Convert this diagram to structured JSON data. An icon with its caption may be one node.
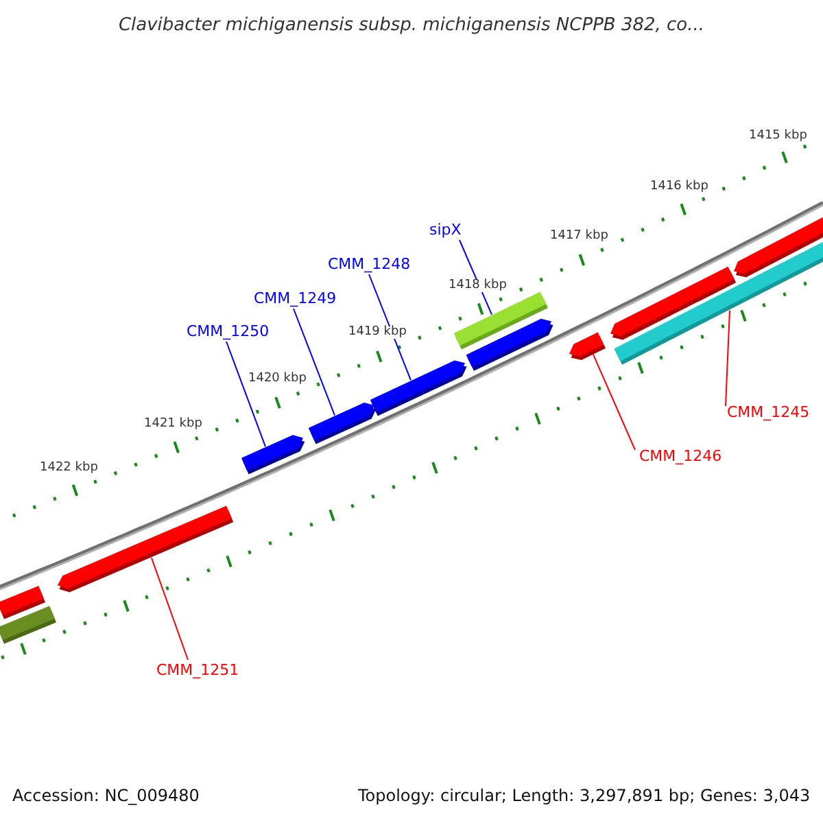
{
  "diagram": {
    "title": "Clavibacter michiganensis subsp. michiganensis NCPPB 382, co...",
    "nodes": [
      {
        "text": [
          "sipX"
        ]
      },
      {
        "text": [
          "CMM_1248"
        ]
      },
      {
        "text": [
          "CMM_1249"
        ]
      },
      {
        "text": [
          "CMM_1250"
        ]
      },
      {
        "text": [
          "CMM_1245"
        ]
      },
      {
        "text": [
          "CMM_1246"
        ]
      },
      {
        "text": [
          "CMM_1251"
        ]
      },
      {
        "text": [],
        "shape": "bar"
      },
      {
        "text": [],
        "shape": "bar"
      },
      {
        "text": [],
        "shape": "bar"
      },
      {
        "text": [],
        "shape": "bar"
      },
      {
        "text": [],
        "shape": "bar"
      },
      {
        "text": [],
        "shape": "bar"
      },
      {
        "text": [],
        "shape": "bar"
      },
      {
        "text": [],
        "shape": "bar"
      },
      {
        "text": [],
        "shape": "bar"
      },
      {
        "text": [],
        "shape": "bar"
      },
      {
        "text": [],
        "shape": "bar"
      },
      {
        "text": [],
        "shape": "bar"
      }
    ],
    "edges": [
      {
        "from": 0,
        "to": 13,
        "arrow": "none"
      },
      {
        "from": 1,
        "to": 12,
        "arrow": "none"
      },
      {
        "from": 2,
        "to": 11,
        "arrow": "none"
      },
      {
        "from": 3,
        "to": 10,
        "arrow": "none"
      },
      {
        "from": 4,
        "to": 17,
        "arrow": "none",
        "color": "#ff0000"
      },
      {
        "from": 5,
        "to": 15,
        "arrow": "none",
        "color": "#ff0000"
      },
      {
        "from": 6,
        "to": 9,
        "arrow": "none",
        "color": "#ff0000"
      }
    ],
    "labels": [
      "1415 kbp",
      "1416 kbp",
      "1417 kbp",
      "1418 kbp",
      "1419 kbp",
      "1420 kbp",
      "1421 kbp",
      "1422 kbp",
      "Accession: NC_009480",
      "Topology: circular; Length: 3,297,891 bp; Genes: 3,043"
    ]
  }
}
